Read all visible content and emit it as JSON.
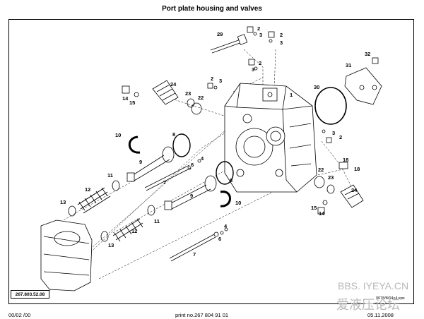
{
  "header": {
    "title": "Port plate housing and valves"
  },
  "drawing": {
    "reference_box": "267.803.52.08",
    "image_reference": "0078/8/04c4.eps",
    "callouts": [
      "29",
      "2",
      "3",
      "2",
      "3",
      "2",
      "3",
      "32",
      "31",
      "24",
      "2",
      "3",
      "1",
      "30",
      "14",
      "15",
      "23",
      "22",
      "10",
      "8",
      "3",
      "2",
      "9",
      "4",
      "6",
      "18",
      "18",
      "11",
      "12",
      "7",
      "9",
      "8",
      "22",
      "23",
      "24",
      "13",
      "10",
      "15",
      "14",
      "11",
      "4",
      "12",
      "6",
      "13",
      "7"
    ]
  },
  "footer": {
    "left": "00/02 /00",
    "center": "print no.267 804 91 01",
    "right": "05.11.2008"
  },
  "watermark": {
    "url": "BBS. IYEYA.CN",
    "chinese": "爱液压论坛"
  }
}
